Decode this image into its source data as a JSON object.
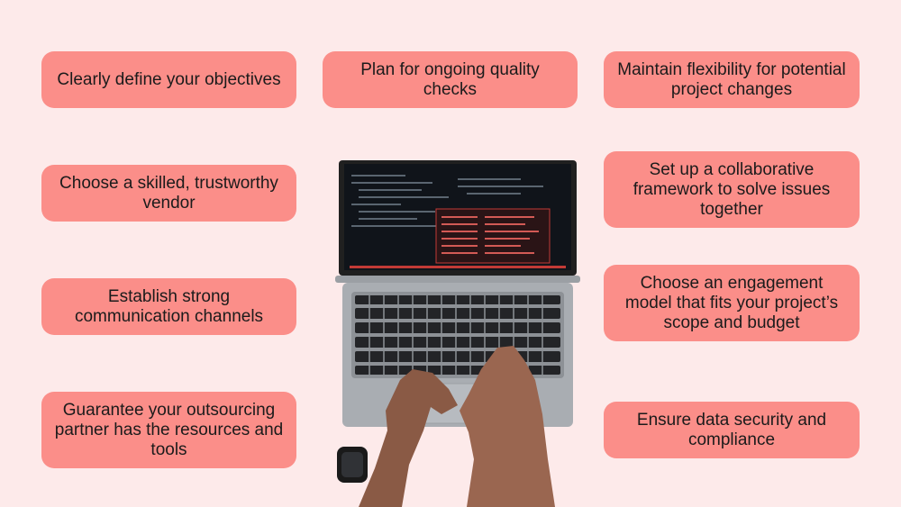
{
  "tips": {
    "t1": "Clearly define your objectives",
    "t2": "Plan for ongoing quality checks",
    "t3": "Maintain flexibility for potential project changes",
    "t4": "Choose a skilled, trustworthy vendor",
    "t5": "Set up a collaborative framework to solve issues together",
    "t6": "Establish strong communication channels",
    "t7": "Choose an engagement model that fits your project’s scope and budget",
    "t8": "Guarantee your outsourcing partner has the resources and tools",
    "t9": "Ensure data security and compliance"
  },
  "colors": {
    "background": "#fdeaea",
    "card": "#fb8e89",
    "text": "#1b1b1b"
  }
}
